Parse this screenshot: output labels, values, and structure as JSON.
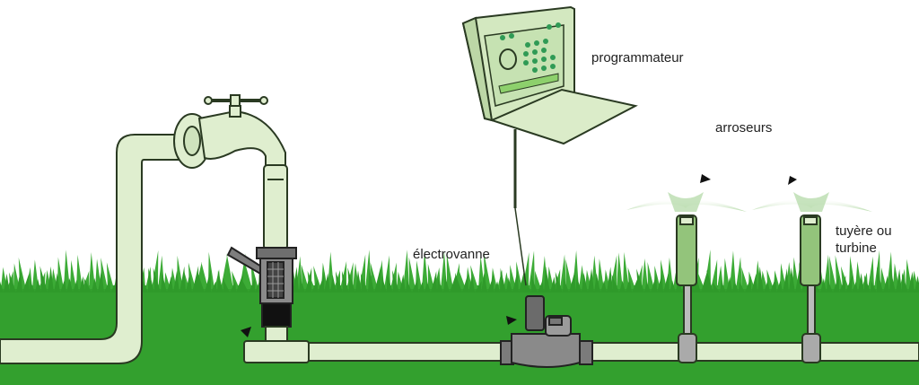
{
  "labels": {
    "programmer": "programmateur",
    "sprinklers": "arroseurs",
    "valve": "électrovanne",
    "nozzle_line1": "tuyère ou",
    "nozzle_line2": "turbine"
  },
  "colors": {
    "grass_dark": "#2e9a2c",
    "grass_mid": "#3fb03a",
    "grass_light": "#55c24a",
    "pipe_fill": "#dfeecf",
    "pipe_stroke": "#2a3a22",
    "controller_fill": "#d3e8c0",
    "controller_screen": "#b6dca0",
    "controller_dots": "#2f9a55",
    "valve_gray": "#7b7b7b",
    "spray": "#b9dcae"
  },
  "icons": [
    "faucet-icon",
    "filter-icon",
    "controller-icon",
    "valve-icon",
    "sprinkler-icon",
    "arrow-icon"
  ]
}
